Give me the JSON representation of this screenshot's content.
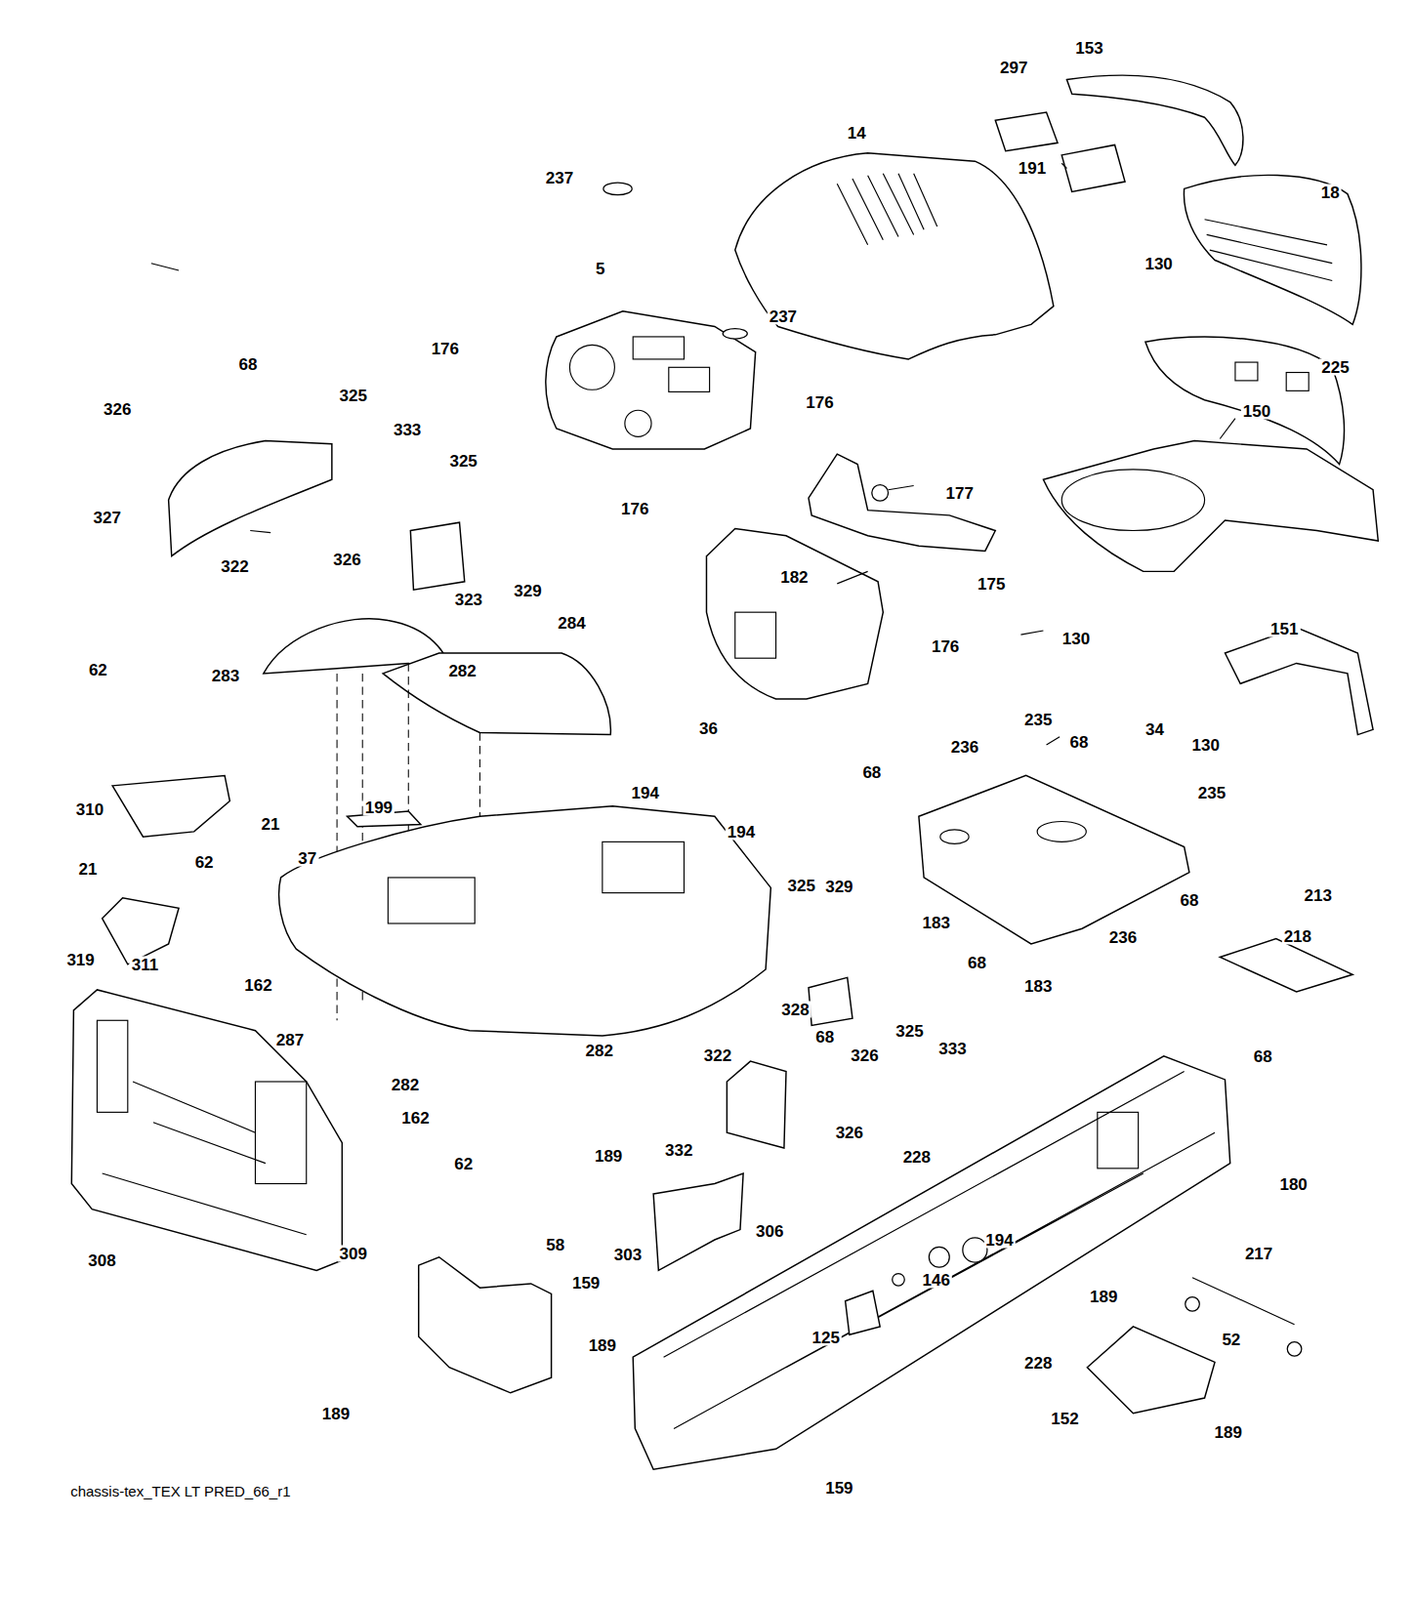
{
  "diagram": {
    "caption": "chassis-tex_TEX LT PRED_66_r1",
    "labels": [
      "153",
      "297",
      "14",
      "191",
      "18",
      "237",
      "5",
      "237",
      "130",
      "176",
      "225",
      "68",
      "326",
      "325",
      "333",
      "325",
      "176",
      "177",
      "176",
      "327",
      "322",
      "326",
      "329",
      "323",
      "175",
      "182",
      "150",
      "130",
      "176",
      "151",
      "284",
      "283",
      "282",
      "62",
      "130",
      "235",
      "236",
      "68",
      "34",
      "68",
      "235",
      "36",
      "194",
      "194",
      "199",
      "310",
      "21",
      "37",
      "21",
      "62",
      "325",
      "329",
      "183",
      "68",
      "213",
      "218",
      "236",
      "68",
      "183",
      "311",
      "319",
      "162",
      "287",
      "282",
      "282",
      "328",
      "326",
      "325",
      "333",
      "68",
      "68",
      "322",
      "162",
      "62",
      "326",
      "228",
      "180",
      "332",
      "189",
      "308",
      "309",
      "58",
      "306",
      "194",
      "217",
      "303",
      "159",
      "189",
      "146",
      "125",
      "52",
      "228",
      "189",
      "189",
      "152",
      "189",
      "159"
    ]
  }
}
